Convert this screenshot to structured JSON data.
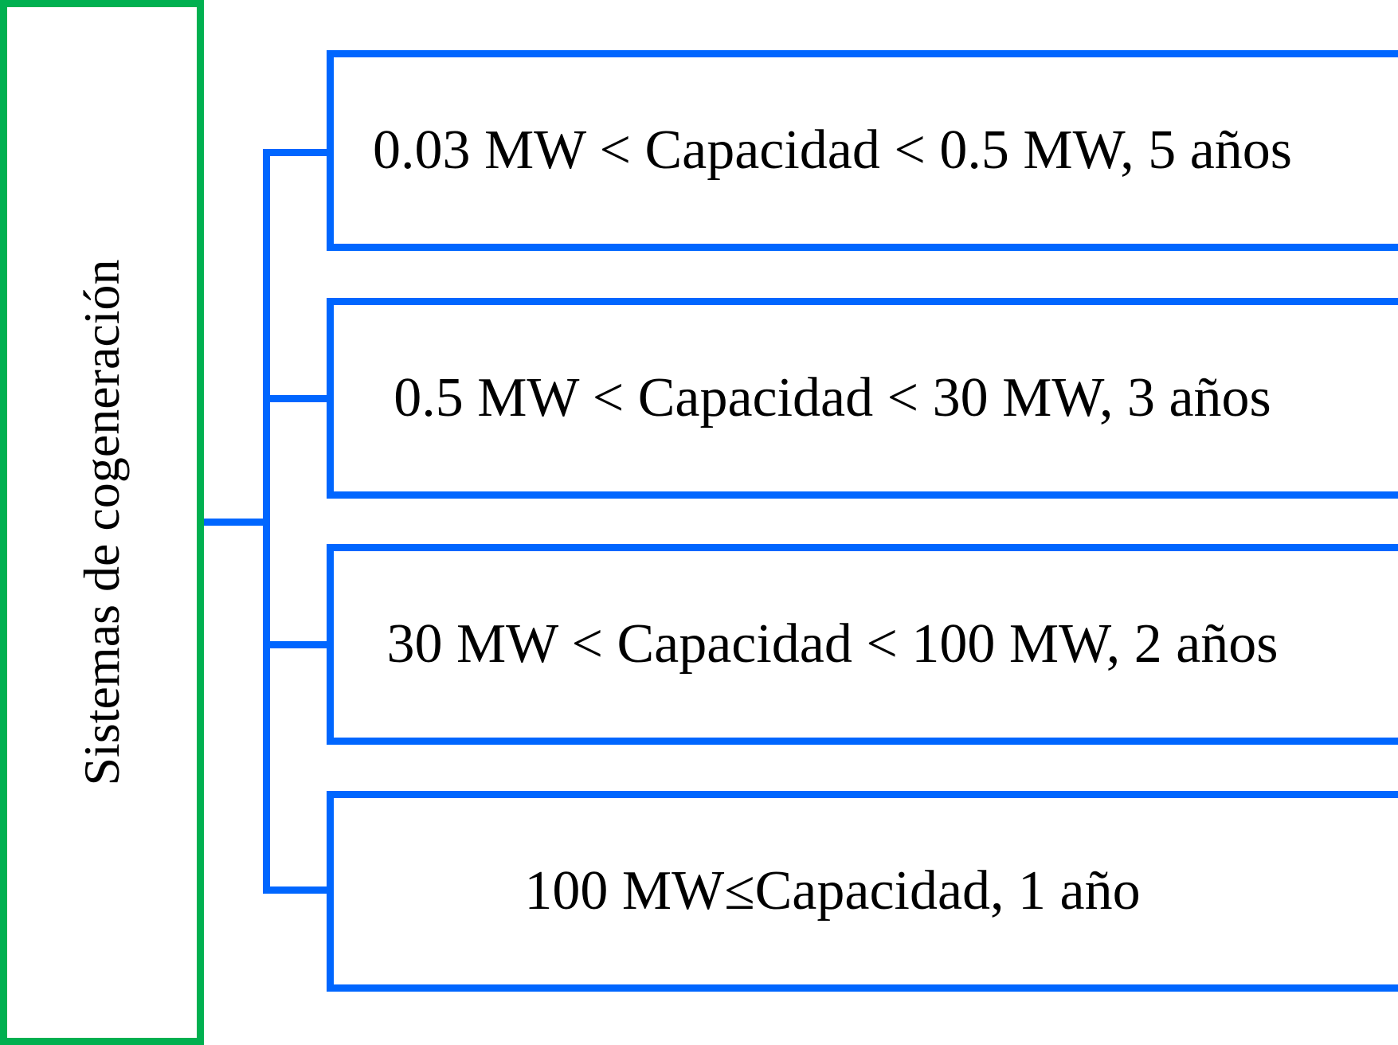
{
  "root": {
    "label": "Sistemas de cogeneración"
  },
  "categories": [
    {
      "label": "0.03 MW < Capacidad < 0.5 MW, 5 años"
    },
    {
      "label": "0.5 MW < Capacidad < 30 MW, 3 años"
    },
    {
      "label": "30 MW < Capacidad < 100 MW, 2 años"
    },
    {
      "label": "100 MW≤Capacidad, 1 año"
    }
  ],
  "colors": {
    "root_border": "#00B050",
    "box_border": "#0066FF"
  }
}
